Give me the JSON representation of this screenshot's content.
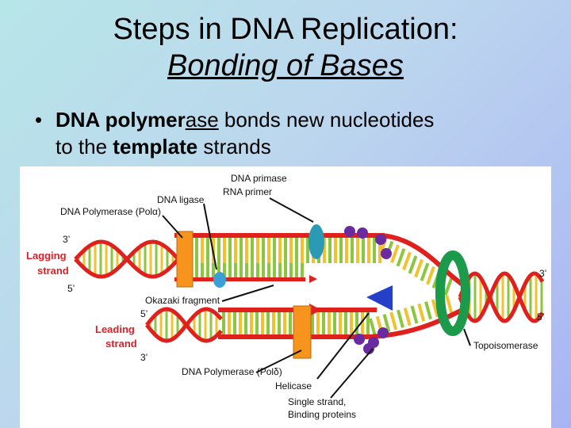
{
  "slide": {
    "title_line1": "Steps in DNA Replication:",
    "title_line2": "Bonding of Bases",
    "bullet_symbol": "•",
    "bullet_part1": "DNA polymer",
    "bullet_part2": "ase",
    "bullet_part3": " bonds new nucleotides",
    "bullet_part4": "to the ",
    "bullet_part5": "template",
    "bullet_part6": " strands"
  },
  "diagram": {
    "labels": {
      "dna_primase": "DNA primase",
      "rna_primer": "RNA primer",
      "dna_ligase": "DNA ligase",
      "pol_alpha": "DNA Polymerase (Polα)",
      "lagging_1": "Lagging",
      "lagging_2": "strand",
      "leading_1": "Leading",
      "leading_2": "strand",
      "okazaki": "Okazaki fragment",
      "pol_delta": "DNA Polymerase (Polδ)",
      "helicase": "Helicase",
      "ssb_1": "Single strand,",
      "ssb_2": "Binding proteins",
      "topoisomerase": "Topoisomerase",
      "three_prime": "3’",
      "five_prime": "5’"
    },
    "colors": {
      "backbone": "#e0201c",
      "base_green": "#8cc63f",
      "base_yellow": "#f2c12e",
      "polymerase": "#f7941d",
      "primase": "#2b9bb5",
      "ligase": "#3a9fd6",
      "helicase": "#2540c8",
      "ssb": "#6a2ba0",
      "topoisomerase": "#1a9a4a"
    }
  }
}
